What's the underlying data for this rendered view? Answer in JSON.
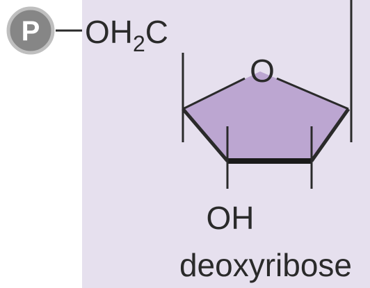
{
  "phosphate": {
    "symbol": "P"
  },
  "substituents": {
    "ch2_group": {
      "main": "OH",
      "subscript": "2",
      "end": "C"
    },
    "ring_oxygen": "O",
    "hydroxyl": "OH"
  },
  "molecule_name": "deoxyribose",
  "colors": {
    "panel": "#e6e0ee",
    "ring_fill": "#bca6d1",
    "phosphate_fill": "#868686",
    "phosphate_ring": "#bfbfbf",
    "bond": "#2a2a2a"
  }
}
